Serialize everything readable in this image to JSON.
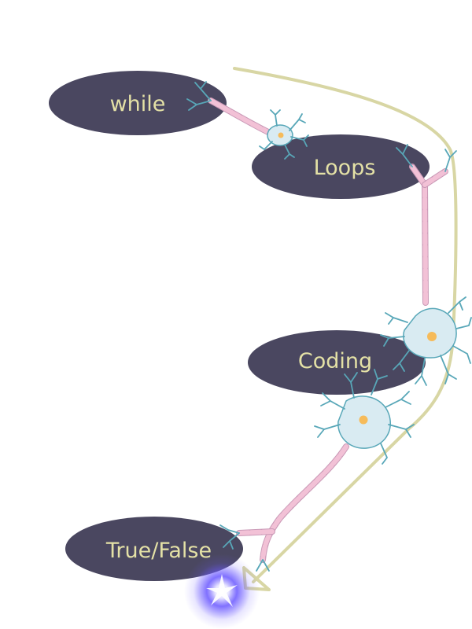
{
  "colors": {
    "background": "#ffffff",
    "node_fill": "#4a4760",
    "node_text": "#e4e1a6",
    "arrow": "#d8d6a4",
    "axon": "#f2c1d6",
    "axon_stroke": "#c999b6",
    "dendrite": "#58a7b8",
    "soma": "#d9ebf2",
    "nucleus": "#f6bb5a",
    "spark": "#6a58ff"
  },
  "nodes": [
    {
      "id": "while",
      "label": "while"
    },
    {
      "id": "loops",
      "label": "Loops"
    },
    {
      "id": "coding",
      "label": "Coding"
    },
    {
      "id": "true-false",
      "label": "True/False"
    }
  ],
  "decorations": [
    "neuron-icon",
    "neuron-icon",
    "neuron-icon",
    "neuron-icon",
    "spark-icon",
    "curved-arrow-icon"
  ]
}
